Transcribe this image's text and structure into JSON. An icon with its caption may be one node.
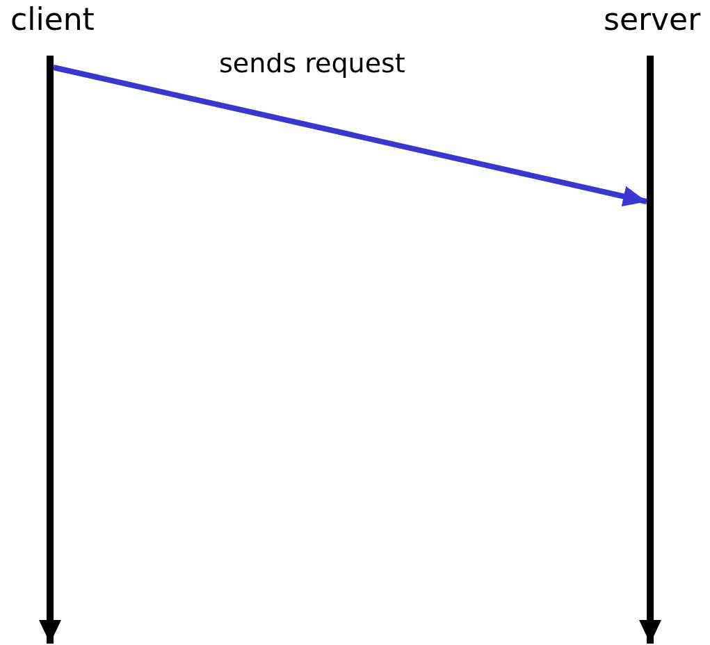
{
  "diagram": {
    "nodes": [
      {
        "text": [
          "client"
        ]
      },
      {
        "text": [
          "server"
        ]
      }
    ],
    "edges": [
      {
        "from": 0,
        "to": 1,
        "arrow": "to",
        "label": "sends request",
        "color": "#3a36d0"
      }
    ]
  }
}
